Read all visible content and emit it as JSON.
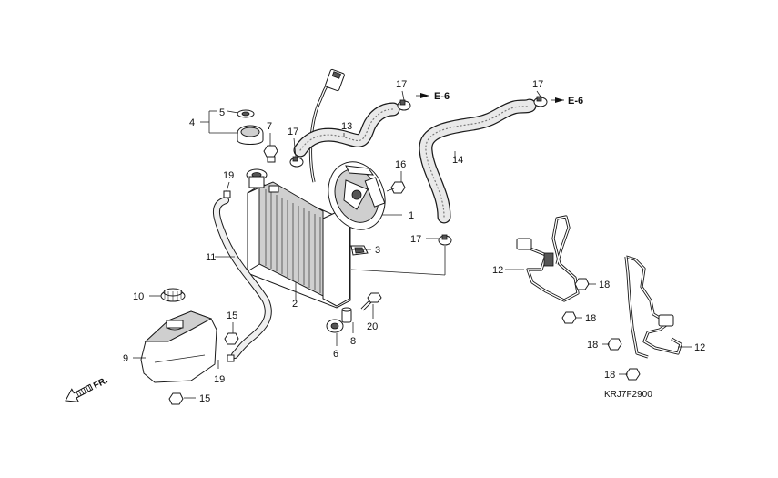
{
  "diagram_code": "KRJ7F2900",
  "direction_label": "FR.",
  "ref_labels": {
    "upper_left": "E-6",
    "upper_right": "E-6"
  },
  "callouts": {
    "n1": "1",
    "n2": "2",
    "n3": "3",
    "n4": "4",
    "n5": "5",
    "n6": "6",
    "n7": "7",
    "n8": "8",
    "n9": "9",
    "n10": "10",
    "n11": "11",
    "n12a": "12",
    "n12b": "12",
    "n13": "13",
    "n14": "14",
    "n15a": "15",
    "n15b": "15",
    "n16": "16",
    "n17a": "17",
    "n17b": "17",
    "n17c": "17",
    "n17d": "17",
    "n18a": "18",
    "n18b": "18",
    "n18c": "18",
    "n18d": "18",
    "n19a": "19",
    "n19b": "19",
    "n20": "20"
  }
}
